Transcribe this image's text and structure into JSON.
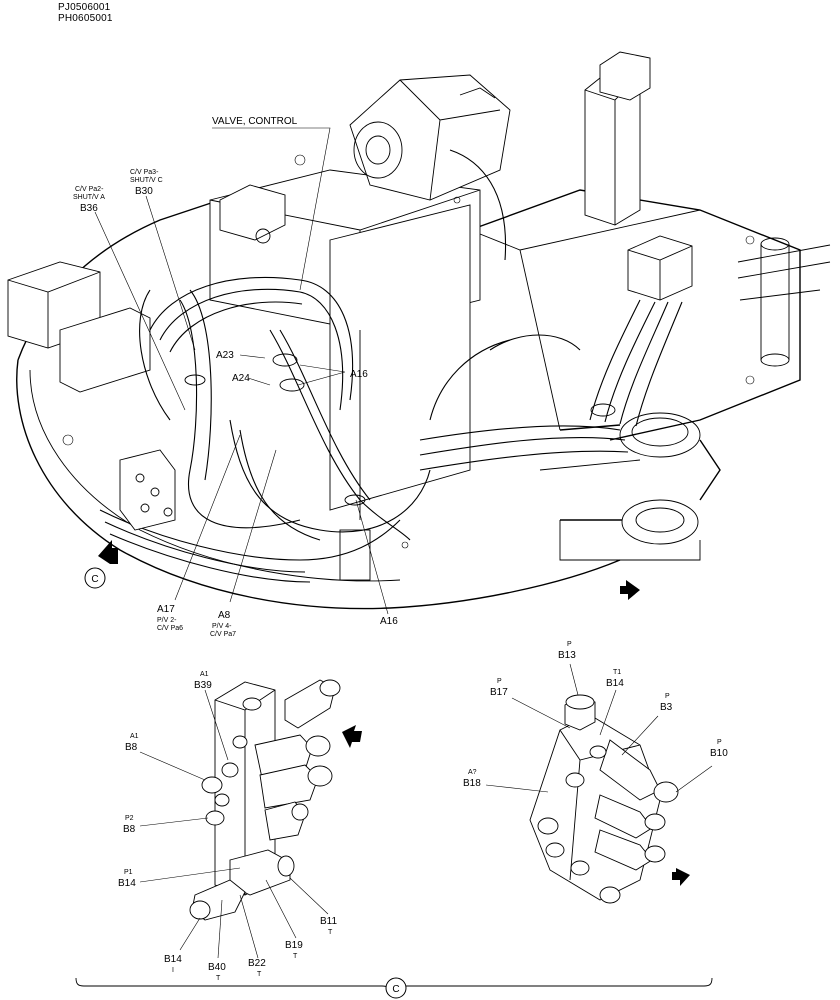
{
  "header": {
    "codes": [
      "PJ0506001",
      "PH0605001"
    ]
  },
  "main": {
    "title": "VALVE, CONTROL",
    "labels": {
      "b36": {
        "sub": [
          "C/V Pa2-",
          "SHUT/V A"
        ],
        "code": "B36"
      },
      "b30": {
        "sub": [
          "C/V Pa3-",
          "SHUT/V C"
        ],
        "code": "B30"
      },
      "a23": {
        "code": "A23"
      },
      "a24": {
        "code": "A24"
      },
      "a16_top": {
        "code": "A16"
      },
      "a16_bot": {
        "code": "A16"
      },
      "a17": {
        "code": "A17",
        "sub": [
          "P/V 2-",
          "C/V Pa6"
        ]
      },
      "a8": {
        "code": "A8",
        "sub": [
          "P/V 4-",
          "C/V Pa7"
        ]
      }
    },
    "callout_letter": "C"
  },
  "left_detail": {
    "b39": {
      "sub": "A1",
      "code": "B39"
    },
    "b8a": {
      "sub": "A1",
      "code": "B8"
    },
    "b8b": {
      "sub": "P2",
      "code": "B8"
    },
    "b14": {
      "sub": "P1",
      "code": "B14"
    },
    "b14b": {
      "code": "B14",
      "sub": "I"
    },
    "b40": {
      "code": "B40",
      "sub": "T"
    },
    "b22": {
      "code": "B22",
      "sub": "T"
    },
    "b19": {
      "code": "B19",
      "sub": "T"
    },
    "b11": {
      "code": "B11",
      "sub": "T"
    }
  },
  "right_detail": {
    "b13": {
      "sub": "P",
      "code": "B13"
    },
    "b17": {
      "sub": "P",
      "code": "B17"
    },
    "b14": {
      "sub": "T1",
      "code": "B14"
    },
    "b3": {
      "sub": "P",
      "code": "B3"
    },
    "b10": {
      "sub": "P",
      "code": "B10"
    },
    "b18": {
      "sub": "A?",
      "code": "B18"
    }
  },
  "bracket": {
    "letter": "C"
  },
  "icons": [
    "view-arrow-icon",
    "circle-c-icon",
    "flow-arrow-icon"
  ]
}
